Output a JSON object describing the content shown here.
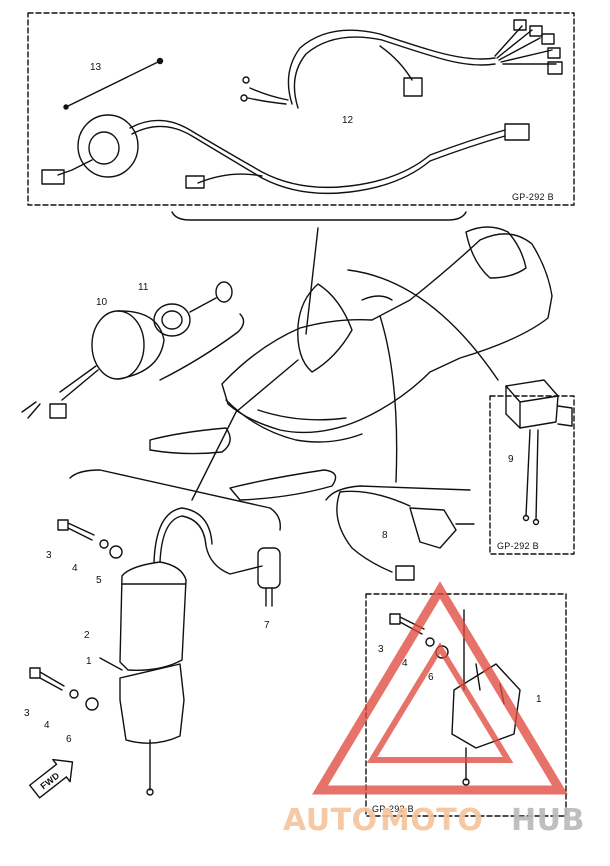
{
  "diagram": {
    "part_labels": {
      "p13": "13",
      "p12": "12",
      "p11": "11",
      "p10": "10",
      "p9": "9",
      "p8": "8",
      "p7": "7",
      "p3a": "3",
      "p4a": "4",
      "p5a": "5",
      "p2a": "2",
      "p1a": "1",
      "p3b": "3",
      "p4b": "4",
      "p6b": "6",
      "p3c": "3",
      "p4c": "4",
      "p6c": "6",
      "p1c": "1"
    },
    "box_codes": {
      "top": "GP-292 B",
      "right": "GP-292 B",
      "bottom": "GP-292 B"
    },
    "fwd_label": "FWD"
  },
  "watermark": {
    "part1": "AUTO",
    "part2": "MOTO",
    "part3": "HUB",
    "color_orange": "#f6c39a",
    "color_grey": "#b9b9b9",
    "color_triangle": "#e0483e"
  }
}
